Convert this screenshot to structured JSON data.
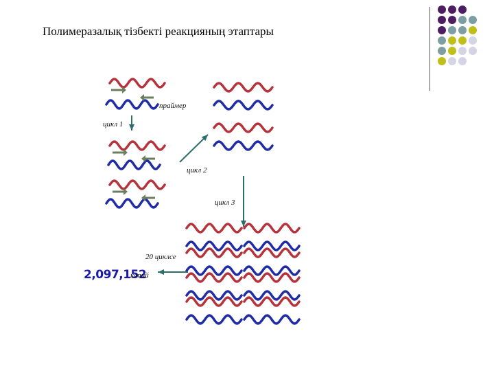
{
  "title": "Полимеразалық тізбекті реакцияның этаптары",
  "colors": {
    "purple": "#4e1e63",
    "teal": "#7d9ea3",
    "olive": "#bfbf1a",
    "lavender": "#d5d4e5",
    "dna_red": "#b5333a",
    "dna_blue": "#1f2ca6",
    "primer": "#6b7f5f",
    "arrow": "#2f6d6b"
  },
  "decor_dots": [
    [
      "purple",
      "purple",
      "purple",
      ""
    ],
    [
      "purple",
      "purple",
      "teal",
      "teal"
    ],
    [
      "purple",
      "teal",
      "teal",
      "olive"
    ],
    [
      "teal",
      "olive",
      "olive",
      "lavender"
    ],
    [
      "teal",
      "olive",
      "lavender",
      "lavender"
    ],
    [
      "olive",
      "lavender",
      "lavender",
      ""
    ]
  ],
  "labels": {
    "primer": "праймер",
    "cycle1": "цикл 1",
    "cycle2": "цикл 2",
    "cycle3": "цикл 3",
    "cycles20": "20 циклсе",
    "copies_number": "2,097,152",
    "copies_word": "копий"
  }
}
